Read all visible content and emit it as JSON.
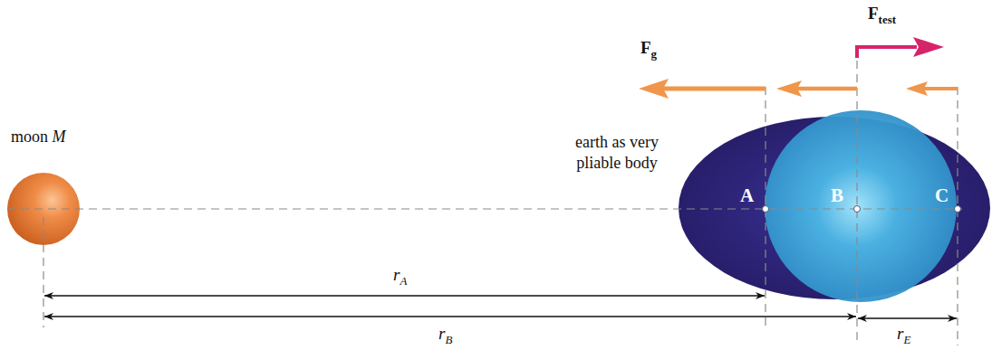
{
  "diagram": {
    "labels": [
      "Ftest",
      "Fg",
      "moon M",
      "earth as very pliable body",
      "A",
      "B",
      "C",
      "rA",
      "rB",
      "rE"
    ]
  }
}
